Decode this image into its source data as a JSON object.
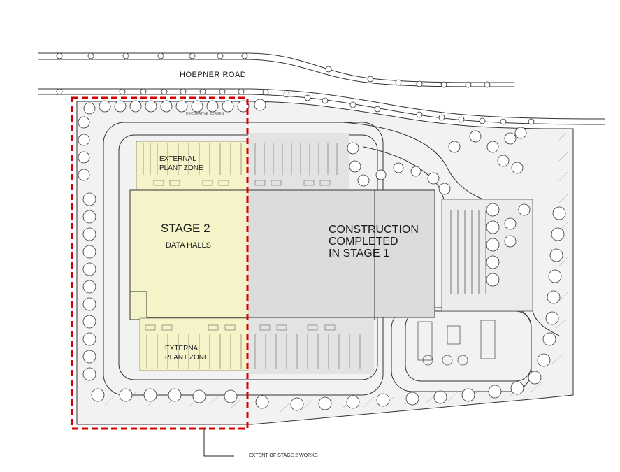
{
  "labels": {
    "road": "HOEPNER ROAD",
    "screen": "DECORATIVE SCREEN",
    "plant_zone_top": "EXTERNAL PLANT ZONE",
    "plant_zone_bottom": "EXTERNAL PLANT ZONE",
    "stage2_title": "STAGE 2",
    "data_halls": "DATA HALLS",
    "construction": "CONSTRUCTION\nCOMPLETED\nIN STAGE 1",
    "extent": "EXTENT OF STAGE 2 WORKS"
  },
  "colors": {
    "stage2_fill": "#f5f3c8",
    "stage1_fill": "#dedede",
    "site_fill": "#efefef",
    "boundary_dash": "#d60000",
    "linework": "#333333",
    "tree_fill": "#ffffff"
  }
}
